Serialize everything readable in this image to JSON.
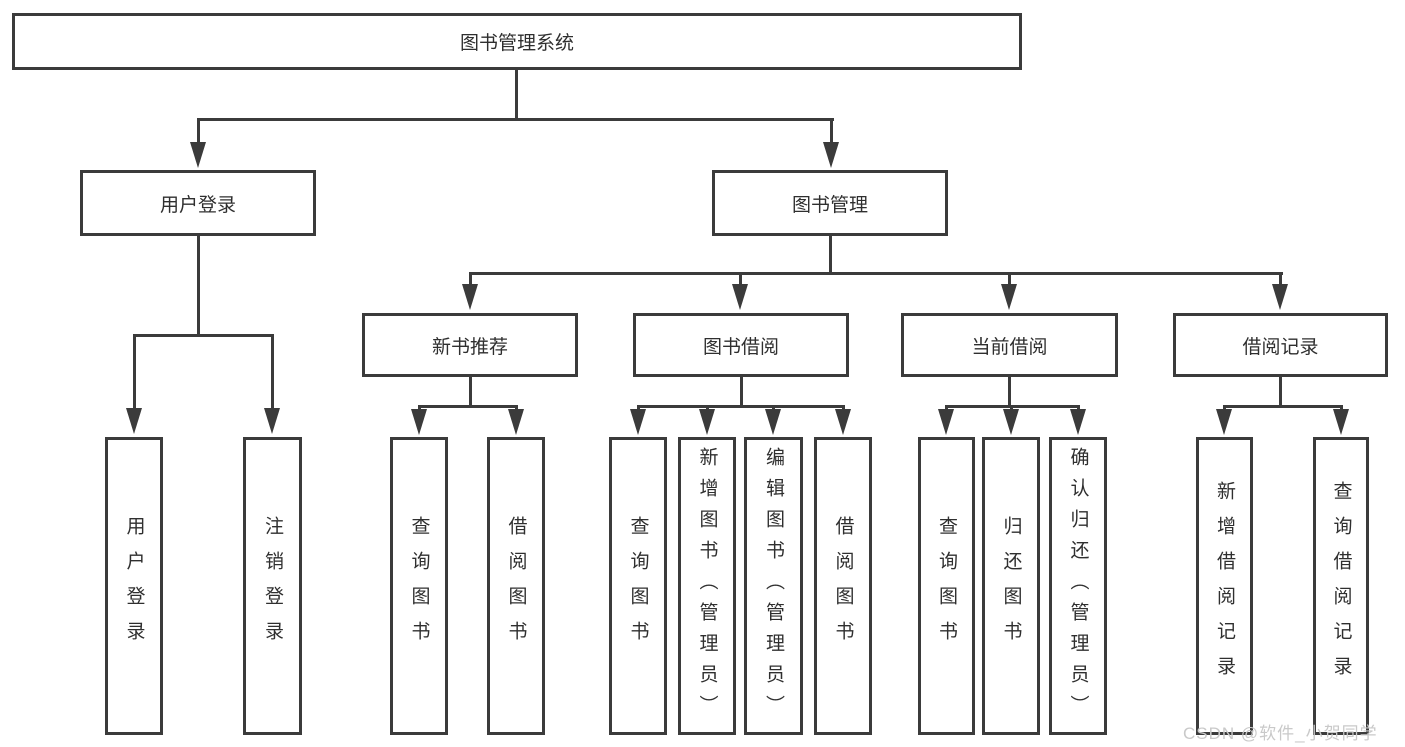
{
  "type": "hierarchy-diagram",
  "colors": {
    "line": "#3b3b3b",
    "text": "#2f2f2f",
    "watermark": "#c9c9c9",
    "background": "#ffffff"
  },
  "watermark": "CSDN @软件_小贺同学",
  "tree": {
    "label": "图书管理系统",
    "children": [
      {
        "label": "用户登录",
        "children": [
          {
            "label": "用户登录"
          },
          {
            "label": "注销登录"
          }
        ]
      },
      {
        "label": "图书管理",
        "children": [
          {
            "label": "新书推荐",
            "children": [
              {
                "label": "查询图书"
              },
              {
                "label": "借阅图书"
              }
            ]
          },
          {
            "label": "图书借阅",
            "children": [
              {
                "label": "查询图书"
              },
              {
                "label": "新增图书（管理员）"
              },
              {
                "label": "编辑图书（管理员）"
              },
              {
                "label": "借阅图书"
              }
            ]
          },
          {
            "label": "当前借阅",
            "children": [
              {
                "label": "查询图书"
              },
              {
                "label": "归还图书"
              },
              {
                "label": "确认归还（管理员）"
              }
            ]
          },
          {
            "label": "借阅记录",
            "children": [
              {
                "label": "新增借阅记录"
              },
              {
                "label": "查询借阅记录"
              }
            ]
          }
        ]
      }
    ]
  }
}
